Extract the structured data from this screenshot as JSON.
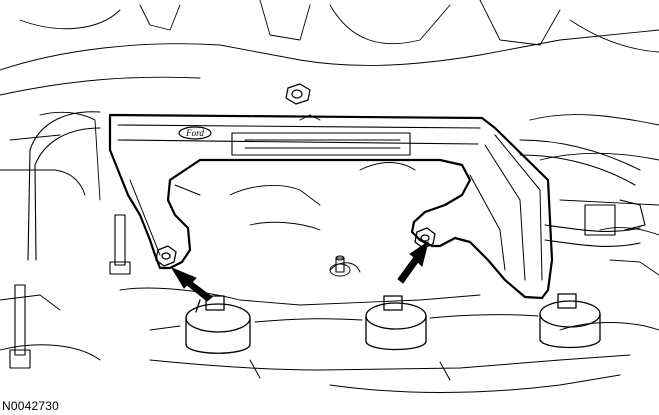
{
  "figure": {
    "id": "N0042730",
    "logo_text": "Ford"
  },
  "colors": {
    "line": "#000000",
    "background": "#ffffff"
  },
  "callouts": [
    {
      "name": "arrow-left-fastener",
      "icon": "arrow-icon"
    },
    {
      "name": "arrow-right-fastener",
      "icon": "arrow-icon"
    }
  ]
}
